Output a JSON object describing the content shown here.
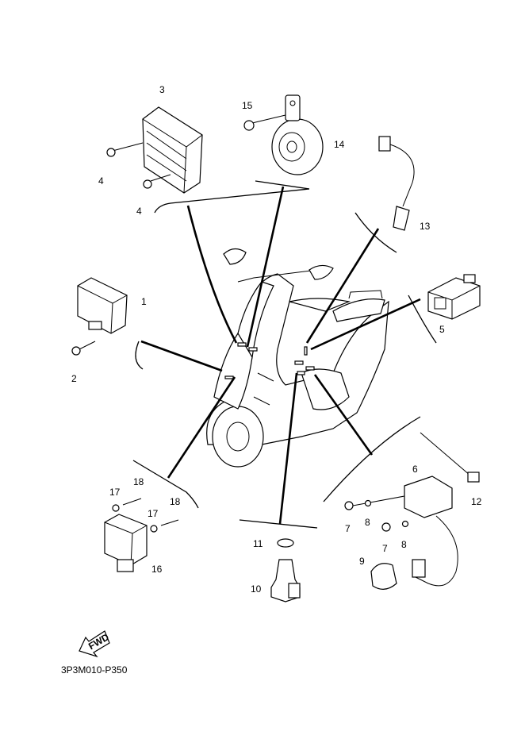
{
  "diagram": {
    "code": "3P3M010-P350",
    "fwd_label": "FWD",
    "callouts": [
      {
        "id": "c1",
        "text": "1"
      },
      {
        "id": "c2",
        "text": "2"
      },
      {
        "id": "c3",
        "text": "3"
      },
      {
        "id": "c4a",
        "text": "4"
      },
      {
        "id": "c4b",
        "text": "4"
      },
      {
        "id": "c5",
        "text": "5"
      },
      {
        "id": "c6",
        "text": "6"
      },
      {
        "id": "c7a",
        "text": "7"
      },
      {
        "id": "c7b",
        "text": "7"
      },
      {
        "id": "c8a",
        "text": "8"
      },
      {
        "id": "c8b",
        "text": "8"
      },
      {
        "id": "c9",
        "text": "9"
      },
      {
        "id": "c10",
        "text": "10"
      },
      {
        "id": "c11",
        "text": "11"
      },
      {
        "id": "c12",
        "text": "12"
      },
      {
        "id": "c13",
        "text": "13"
      },
      {
        "id": "c14",
        "text": "14"
      },
      {
        "id": "c15",
        "text": "15"
      },
      {
        "id": "c16",
        "text": "16"
      },
      {
        "id": "c17a",
        "text": "17"
      },
      {
        "id": "c17b",
        "text": "17"
      },
      {
        "id": "c18a",
        "text": "18"
      },
      {
        "id": "c18b",
        "text": "18"
      }
    ]
  }
}
